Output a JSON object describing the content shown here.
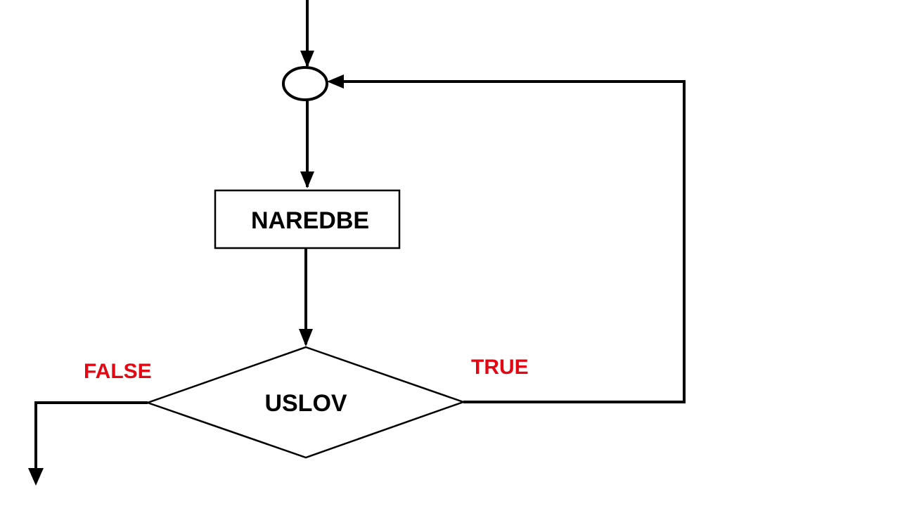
{
  "nodes": {
    "process": {
      "label": "NAREDBE"
    },
    "decision": {
      "label": "USLOV"
    }
  },
  "branches": {
    "true_label": "TRUE",
    "false_label": "FALSE"
  },
  "colors": {
    "stroke": "#000000",
    "branch_label": "#e30613",
    "background": "#ffffff"
  }
}
